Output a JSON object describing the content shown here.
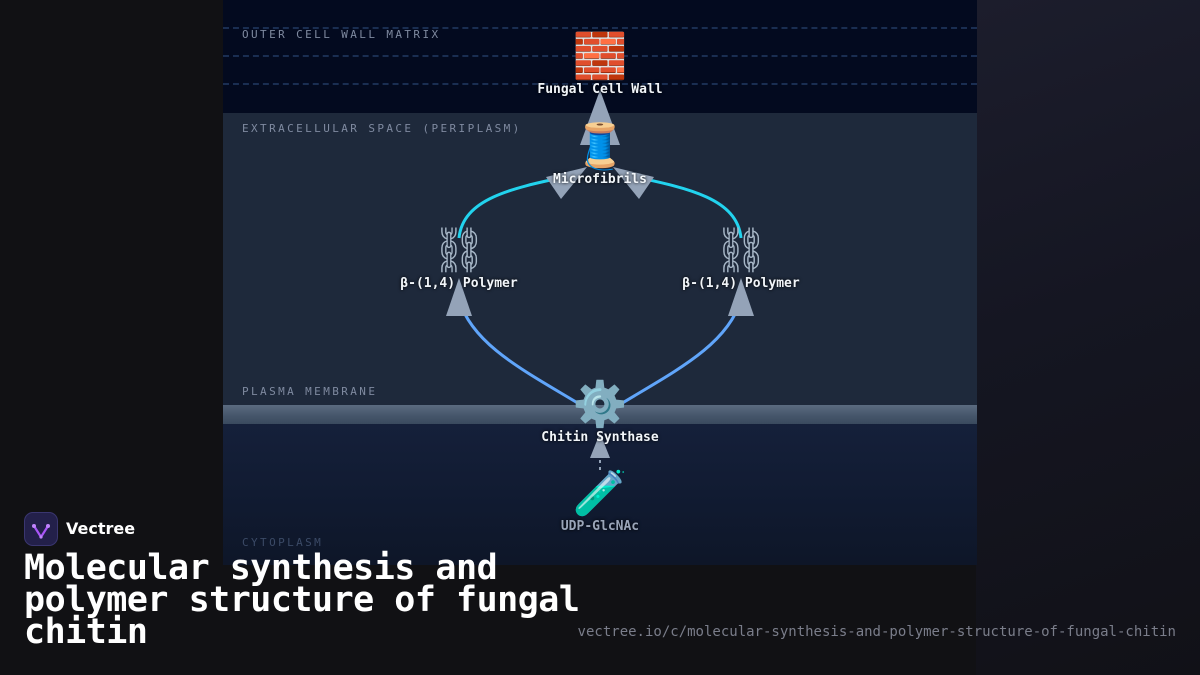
{
  "diagram": {
    "zones": {
      "outer": "OUTER CELL WALL MATRIX",
      "extracellular": "EXTRACELLULAR SPACE (PERIPLASM)",
      "membrane": "PLASMA MEMBRANE",
      "cytoplasm": "CYTOPLASM"
    },
    "nodes": {
      "cell_wall": {
        "icon": "🧱",
        "label": "Fungal Cell Wall"
      },
      "microfibrils": {
        "icon": "🧵",
        "label": "Microfibrils"
      },
      "polymer_left": {
        "icon": "⛓",
        "label": "β-(1,4) Polymer"
      },
      "polymer_right": {
        "icon": "⛓",
        "label": "β-(1,4) Polymer"
      },
      "synthase": {
        "icon": "⚙️",
        "label": "Chitin Synthase"
      },
      "substrate": {
        "icon": "🧪",
        "label": "UDP-GlcNAc"
      }
    },
    "colors": {
      "outer_zone": "#030a1f",
      "extracellular_zone": "#1e293b",
      "membrane": "#4b5b70",
      "cytoplasm_zone": "#101a30",
      "polymer_edges": "#60a5fa",
      "microfibril_edges": "#22d3ee",
      "arrowhead": "#94a3b8"
    }
  },
  "brand": {
    "name": "Vectree",
    "accent": "#a855f7"
  },
  "headline": "Molecular synthesis and polymer structure of fungal chitin",
  "url": "vectree.io/c/molecular-synthesis-and-polymer-structure-of-fungal-chitin"
}
